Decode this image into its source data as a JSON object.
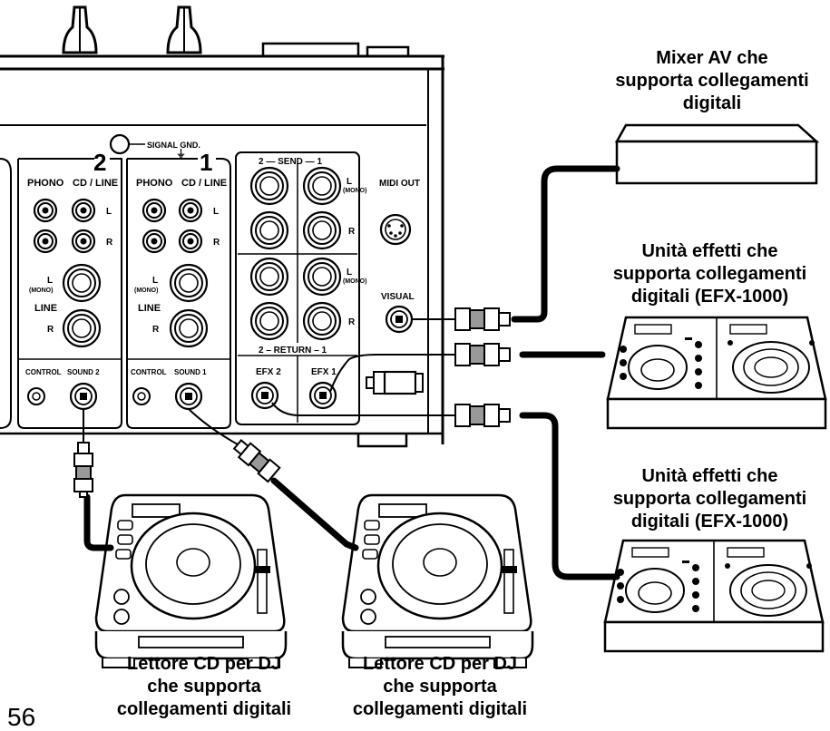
{
  "panel": {
    "signal_gnd": "SIGNAL GND.",
    "ch2_number": "2",
    "ch1_number": "1",
    "phono": "PHONO",
    "cd_line": "CD / LINE",
    "l": "L",
    "r": "R",
    "mono": "(MONO)",
    "line": "LINE",
    "control": "CONTROL",
    "sound2": "SOUND 2",
    "sound1": "SOUND 1",
    "send": "2 — SEND — 1",
    "return": "2 – RETURN – 1",
    "midi_out": "MIDI OUT",
    "visual": "VISUAL",
    "efx2": "EFX 2",
    "efx1": "EFX 1"
  },
  "captions": {
    "mixer": [
      "Mixer AV che",
      "supporta collegamenti",
      "digitali"
    ],
    "efx_top": [
      "Unità effetti che",
      "supporta collegamenti",
      "digitali (EFX-1000)"
    ],
    "efx_bottom": [
      "Unità effetti che",
      "supporta collegamenti",
      "digitali (EFX-1000)"
    ],
    "cd_left": [
      "Lettore CD per DJ",
      "che supporta",
      "collegamenti digitali"
    ],
    "cd_right": [
      "Lettore CD per DJ",
      "che supporta",
      "collegamenti digitali"
    ]
  },
  "page_number": "56"
}
